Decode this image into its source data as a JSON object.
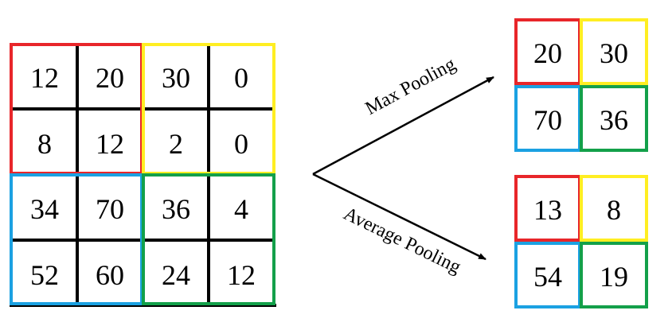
{
  "colors": {
    "top_left": "#e8262a",
    "top_right": "#ffee22",
    "bottom_left": "#1ba1e2",
    "bottom_right": "#13a04a",
    "grid": "#000000"
  },
  "input_matrix": [
    [
      "12",
      "20",
      "30",
      "0"
    ],
    [
      "8",
      "12",
      "2",
      "0"
    ],
    [
      "34",
      "70",
      "36",
      "4"
    ],
    [
      "52",
      "60",
      "24",
      "12"
    ]
  ],
  "max_pooling": {
    "label": "Max Pooling",
    "values": [
      [
        "20",
        "30"
      ],
      [
        "70",
        "36"
      ]
    ]
  },
  "average_pooling": {
    "label": "Average Pooling",
    "values": [
      [
        "13",
        "8"
      ],
      [
        "54",
        "19"
      ]
    ]
  }
}
